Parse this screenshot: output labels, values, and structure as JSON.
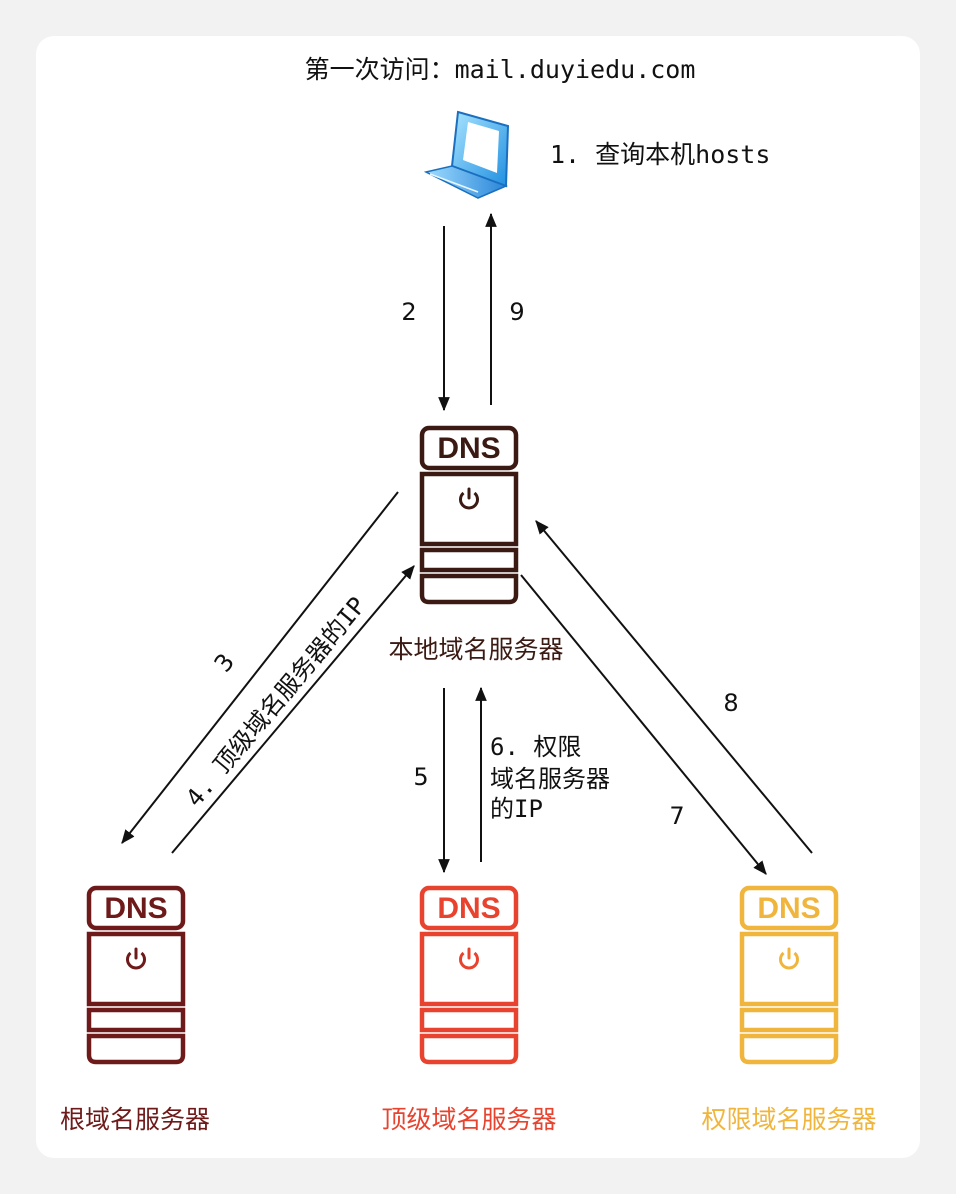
{
  "title": "第一次访问：mail.duyiedu.com",
  "step1": "1. 查询本机hosts",
  "steps": {
    "s2": "2",
    "s3": "3",
    "s4": "4. 顶级域名服务器的IP",
    "s5": "5",
    "s6_line1": "6. 权限",
    "s6_line2": "域名服务器",
    "s6_line3": "的IP",
    "s7": "7",
    "s8": "8",
    "s9": "9"
  },
  "servers": {
    "dns_text": "DNS",
    "local": {
      "label": "本地域名服务器",
      "color": "#3b1a14"
    },
    "root": {
      "label": "根域名服务器",
      "color": "#6e1a1a"
    },
    "tld": {
      "label": "顶级域名服务器",
      "color": "#e8432e"
    },
    "auth": {
      "label": "权限域名服务器",
      "color": "#f0b53c"
    }
  },
  "icons": {
    "computer": "laptop-icon",
    "power": "power-icon"
  }
}
